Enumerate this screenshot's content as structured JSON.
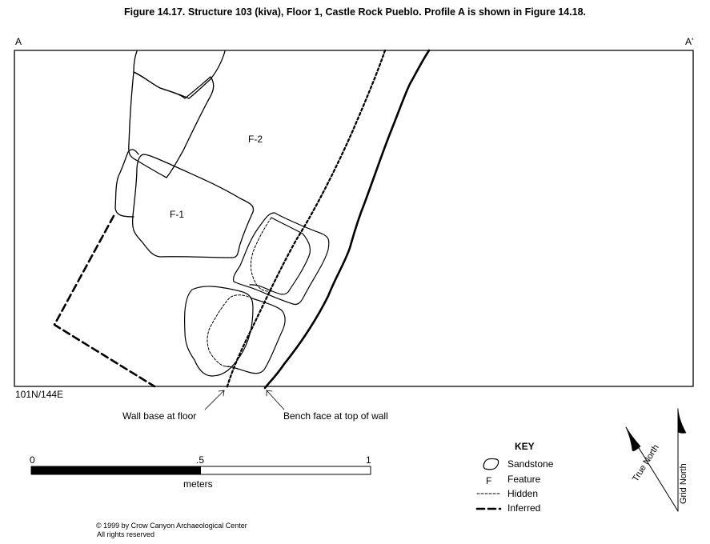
{
  "figure": {
    "title": "Figure 14.17.  Structure 103 (kiva), Floor 1, Castle Rock Pueblo. Profile A is shown in Figure 14.18."
  },
  "map": {
    "profile_start_label": "A",
    "profile_end_label": "A'",
    "datum_label": "101N/144E",
    "features": [
      {
        "label": "F-2"
      },
      {
        "label": "F-1"
      }
    ],
    "annotations": {
      "wall_base": "Wall base at floor",
      "bench_face": "Bench face at top of wall"
    }
  },
  "scale_bar": {
    "ticks": [
      "0",
      ".5",
      "1"
    ],
    "unit": "meters",
    "filled_fraction": 0.5
  },
  "key": {
    "title": "KEY",
    "items": [
      {
        "symbol": "sandstone-outline",
        "label": "Sandstone"
      },
      {
        "symbol": "F",
        "label": "Feature"
      },
      {
        "symbol": "hidden-line",
        "label": "Hidden"
      },
      {
        "symbol": "inferred-line",
        "label": "Inferred"
      }
    ]
  },
  "north_arrows": {
    "true_north": "True North",
    "grid_north": "Grid North"
  },
  "copyright": {
    "line1": "© 1999 by Crow Canyon Archaeological Center",
    "line2": "All rights reserved"
  }
}
